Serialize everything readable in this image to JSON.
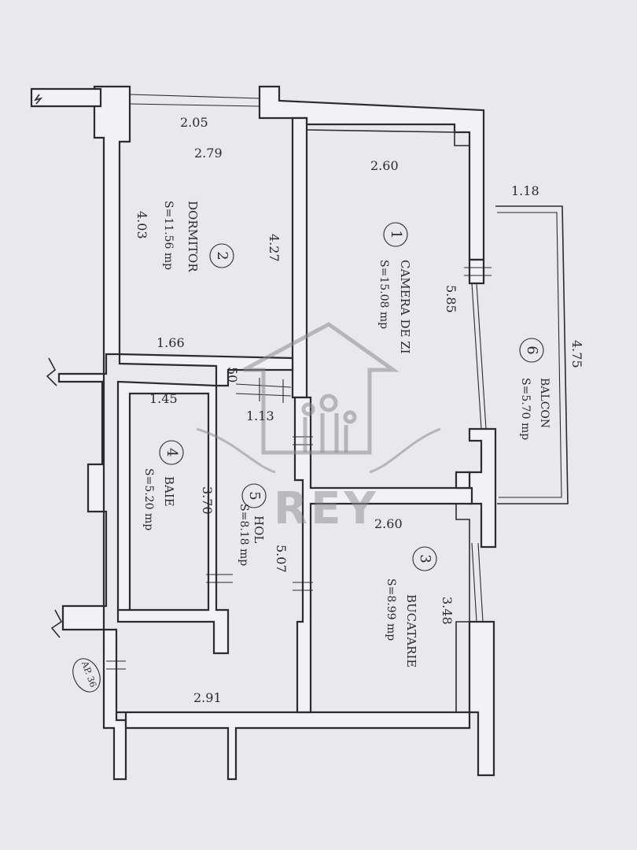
{
  "rooms": [
    {
      "number": "1",
      "name": "CAMERA DE ZI",
      "area": "S=15.08 mp"
    },
    {
      "number": "2",
      "name": "DORMITOR",
      "area": "S=11.56 mp"
    },
    {
      "number": "3",
      "name": "BUCATARIE",
      "area": "S=8.99 mp"
    },
    {
      "number": "4",
      "name": "BAIE",
      "area": "S=5.20 mp"
    },
    {
      "number": "5",
      "name": "HOL",
      "area": "S=8.18 mp"
    },
    {
      "number": "6",
      "name": "BALCON",
      "area": "S=5.70 mp"
    }
  ],
  "dimensions": {
    "d205": "2.05",
    "d279": "2.79",
    "d403": "4.03",
    "d427": "4.27",
    "d260a": "2.60",
    "d585": "5.85",
    "d118": "1.18",
    "d475": "4.75",
    "d166": "1.66",
    "d50": "50",
    "d145": "1.45",
    "d113": "1.13",
    "d370": "3.70",
    "d507": "5.07",
    "d260b": "2.60",
    "d348": "3.48",
    "d291": "2.91"
  },
  "apartment_tag": "AP. 36",
  "watermark": {
    "text": "REY"
  },
  "colors": {
    "paper": "#e9e8ea",
    "ink": "#2b2b30",
    "watermark": "#8c8c92"
  }
}
